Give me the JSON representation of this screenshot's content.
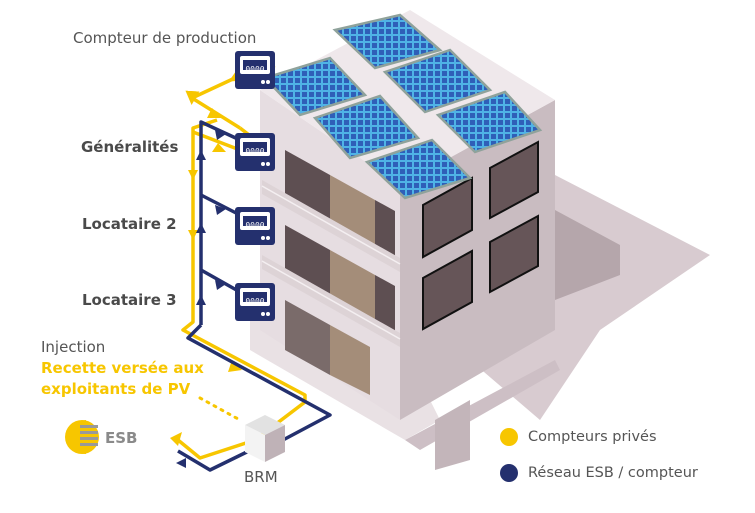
{
  "labels": {
    "production_meter": "Compteur de production",
    "generalites": "Généralités",
    "locataire2": "Locataire 2",
    "locataire3": "Locataire 3",
    "injection": "Injection",
    "injection_note_line1": "Recette versée aux",
    "injection_note_line2": "exploitants de PV",
    "esb": "ESB",
    "brm": "BRM"
  },
  "meter_display": "0000",
  "legend": [
    {
      "label": "Compteurs privés",
      "color": "#f7c600"
    },
    {
      "label": "Réseau ESB / compteur",
      "color": "#24306e"
    }
  ],
  "colors": {
    "private": "#f7c600",
    "grid": "#24306e",
    "panel": "#2f5fb8",
    "panel_cell": "#4fb3e6"
  }
}
